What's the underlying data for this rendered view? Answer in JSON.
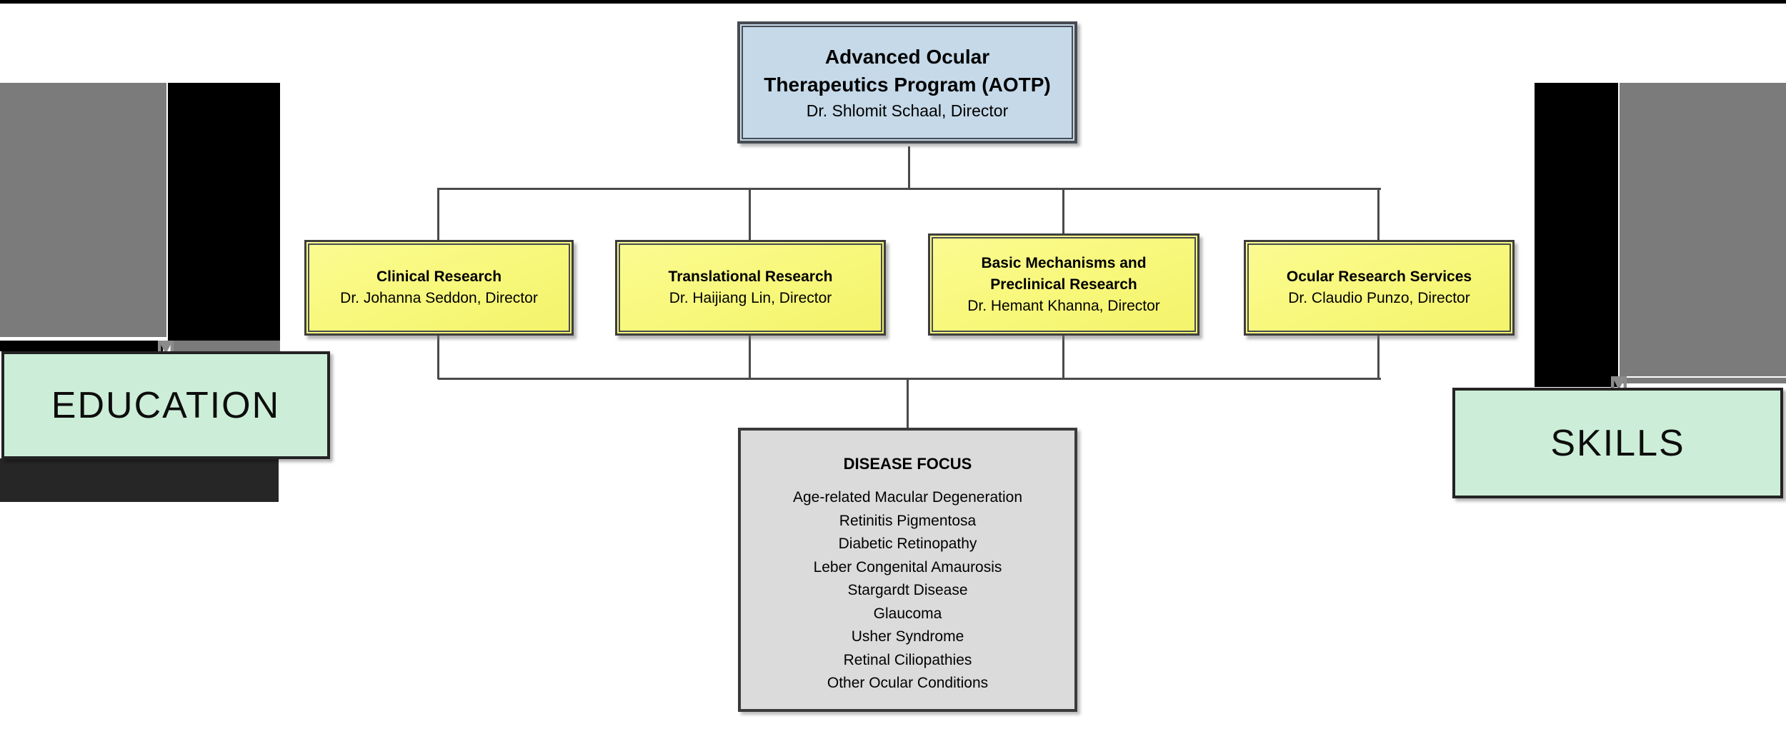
{
  "program": {
    "title_line1": "Advanced Ocular",
    "title_line2": "Therapeutics Program (AOTP)",
    "director": "Dr. Shlomit Schaal, Director"
  },
  "divisions": [
    {
      "name_lines": [
        "Clinical Research"
      ],
      "director": "Dr. Johanna Seddon, Director"
    },
    {
      "name_lines": [
        "Translational Research"
      ],
      "director": "Dr. Haijiang Lin, Director"
    },
    {
      "name_lines": [
        "Basic Mechanisms and",
        "Preclinical Research"
      ],
      "director": "Dr. Hemant Khanna, Director"
    },
    {
      "name_lines": [
        "Ocular Research Services"
      ],
      "director": "Dr. Claudio Punzo, Director"
    }
  ],
  "disease_focus": {
    "title": "DISEASE FOCUS",
    "items": [
      "Age-related Macular Degeneration",
      "Retinitis Pigmentosa",
      "Diabetic Retinopathy",
      "Leber Congenital Amaurosis",
      "Stargardt Disease",
      "Glaucoma",
      "Usher Syndrome",
      "Retinal Ciliopathies",
      "Other Ocular Conditions"
    ]
  },
  "side_labels": {
    "left": "EDUCATION",
    "right": "SKILLS"
  },
  "colors": {
    "program_fill": "#c5d9e9",
    "division_fill": "#f8f87e",
    "disease_fill": "#dbdbdb",
    "label_fill": "#cceed8",
    "connector": "#4a4a4a",
    "photo_gray": "#7b7b7b",
    "photo_black": "#000000",
    "photo_charcoal": "#262626",
    "border_dark": "#3e3e3e"
  }
}
